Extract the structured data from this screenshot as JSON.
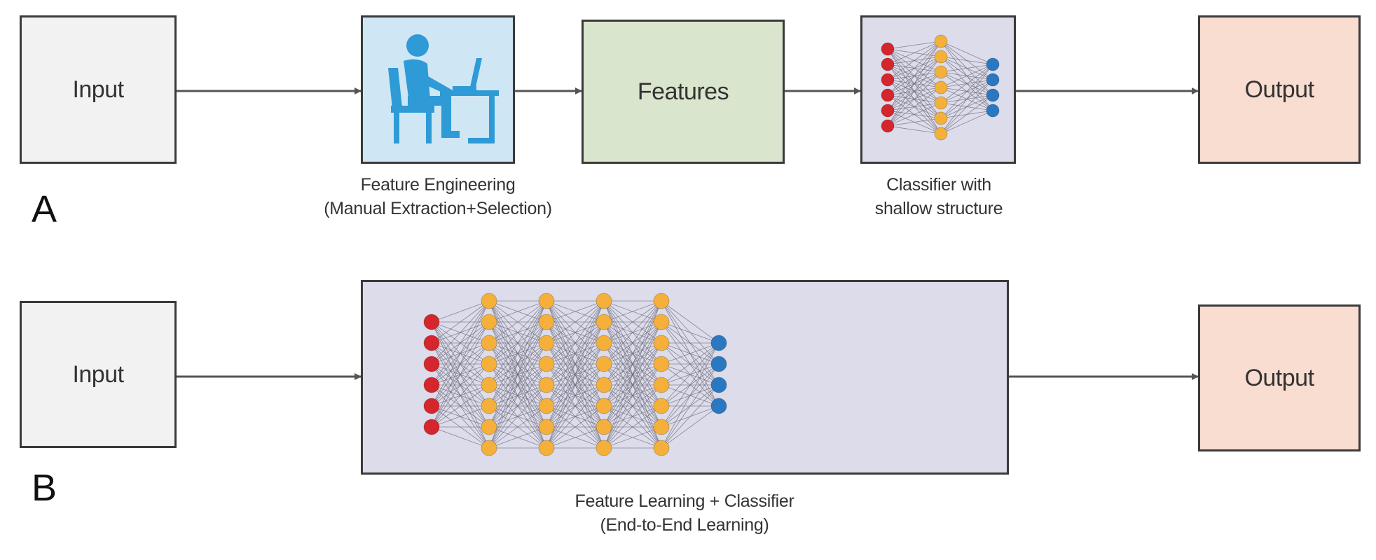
{
  "colors": {
    "input_fill": "#f2f2f2",
    "feature_eng_fill": "#cfe6f4",
    "person_icon": "#2e9ad6",
    "features_fill": "#d9e5cd",
    "network_fill": "#dcdcea",
    "output_fill": "#f9ddd0",
    "input_node": "#d4262c",
    "hidden_node": "#f4b03a",
    "output_node": "#2a78c2",
    "arrow": "#555555",
    "border": "#3a3a3a"
  },
  "panel_a": {
    "letter": "A",
    "input_label": "Input",
    "feature_engineering": {
      "icon": "person-at-desk-icon",
      "caption_line1": "Feature Engineering",
      "caption_line2": "(Manual Extraction+Selection)"
    },
    "features_label": "Features",
    "classifier": {
      "caption_line1": "Classifier with",
      "caption_line2": "shallow structure",
      "layers": [
        6,
        7,
        4
      ]
    },
    "output_label": "Output"
  },
  "panel_b": {
    "letter": "B",
    "input_label": "Input",
    "network": {
      "caption_line1": "Feature Learning + Classifier",
      "caption_line2": "(End-to-End Learning)",
      "layers": [
        6,
        8,
        8,
        8,
        8,
        4
      ]
    },
    "output_label": "Output"
  }
}
